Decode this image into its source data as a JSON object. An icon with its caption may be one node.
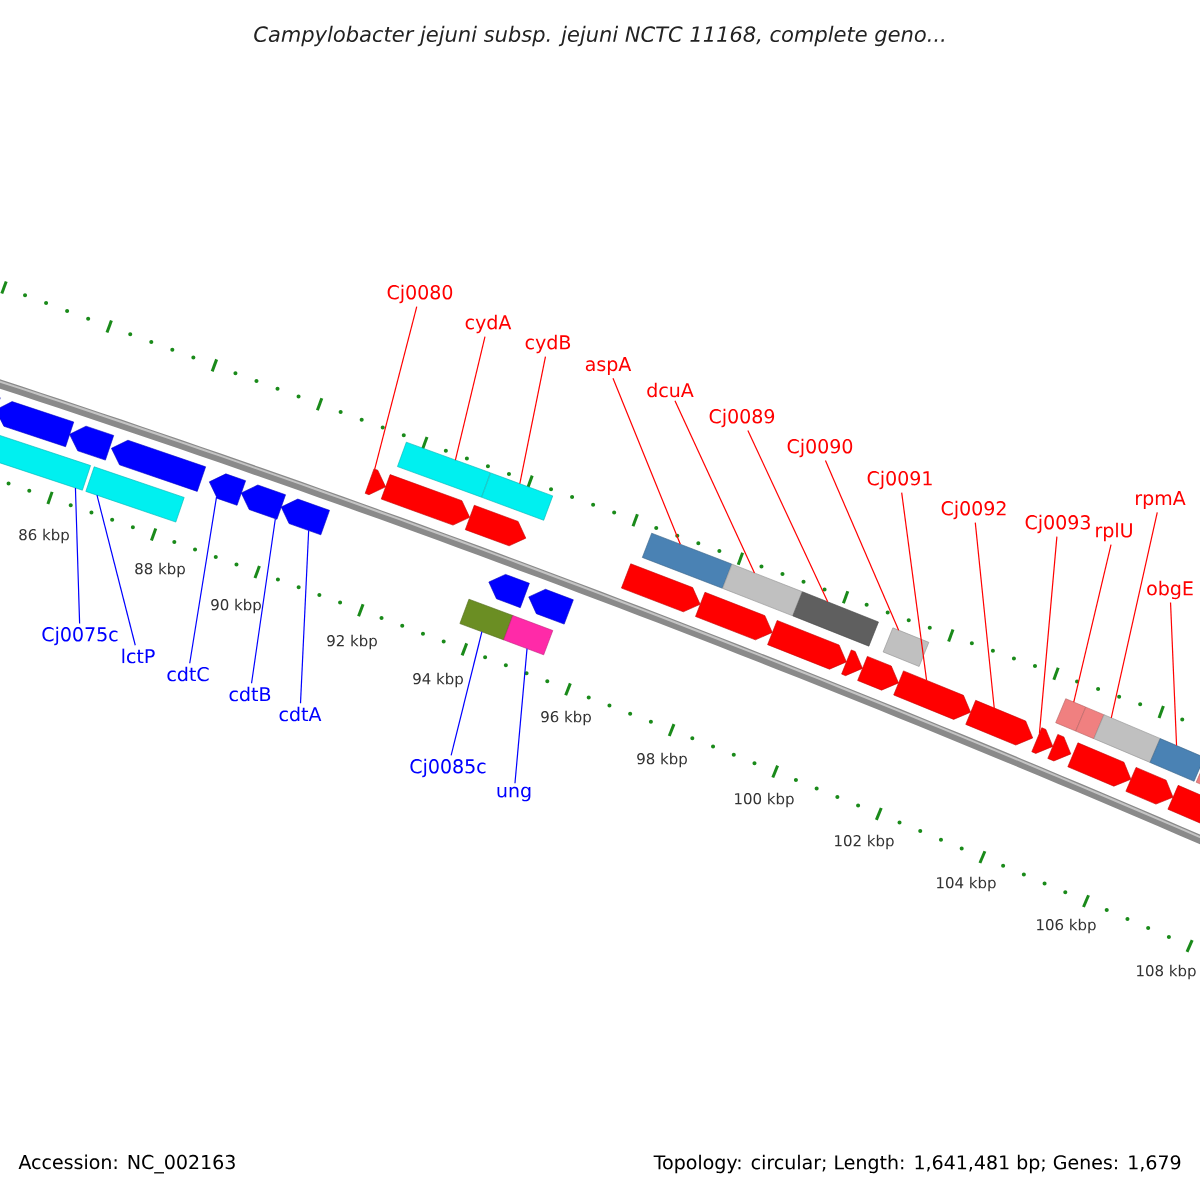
{
  "diagram": {
    "title": "Campylobacter jejuni subsp. jejuni NCTC 11168, complete geno...",
    "nodes": [
      {
        "text": [
          "Cj0080"
        ]
      },
      {
        "text": [
          "cydA"
        ]
      },
      {
        "text": [
          "cydB"
        ]
      },
      {
        "text": [
          "aspA"
        ]
      },
      {
        "text": [
          "dcuA"
        ]
      },
      {
        "text": [
          "Cj0089"
        ]
      },
      {
        "text": [
          "Cj0090"
        ]
      },
      {
        "text": [
          "Cj0091"
        ]
      },
      {
        "text": [
          "Cj0092"
        ]
      },
      {
        "text": [
          "Cj0093"
        ]
      },
      {
        "text": [
          "rplU"
        ]
      },
      {
        "text": [
          "rpmA"
        ]
      },
      {
        "text": [
          "obgE"
        ]
      },
      {
        "text": [
          "Cj0075c"
        ]
      },
      {
        "text": [
          "lctP"
        ]
      },
      {
        "text": [
          "cdtC"
        ]
      },
      {
        "text": [
          "cdtB"
        ]
      },
      {
        "text": [
          "cdtA"
        ]
      },
      {
        "text": [
          "Cj0085c"
        ]
      },
      {
        "text": [
          "ung"
        ]
      },
      {
        "text": [],
        "shape": "arrow"
      },
      {
        "text": [],
        "shape": "box"
      },
      {
        "text": [],
        "shape": "arrow"
      },
      {
        "text": [],
        "shape": "arrow"
      },
      {
        "text": [],
        "shape": "box"
      },
      {
        "text": [],
        "shape": "arrow"
      },
      {
        "text": [],
        "shape": "arrow"
      },
      {
        "text": [],
        "shape": "arrow"
      },
      {
        "text": [],
        "shape": "arrow"
      },
      {
        "text": [],
        "shape": "arrow"
      },
      {
        "text": [],
        "shape": "arrow"
      },
      {
        "text": [],
        "shape": "box"
      },
      {
        "text": [],
        "shape": "arrow"
      },
      {
        "text": [],
        "shape": "box"
      },
      {
        "text": [],
        "shape": "box"
      },
      {
        "text": [],
        "shape": "arrow"
      },
      {
        "text": [],
        "shape": "box"
      },
      {
        "text": [],
        "shape": "arrow"
      },
      {
        "text": [],
        "shape": "arrow"
      },
      {
        "text": [],
        "shape": "box"
      },
      {
        "text": [],
        "shape": "arrow"
      },
      {
        "text": [],
        "shape": "box"
      },
      {
        "text": [],
        "shape": "arrow"
      },
      {
        "text": [],
        "shape": "box"
      },
      {
        "text": [],
        "shape": "arrow"
      },
      {
        "text": [],
        "shape": "arrow"
      },
      {
        "text": [],
        "shape": "box"
      },
      {
        "text": [],
        "shape": "arrow"
      },
      {
        "text": [],
        "shape": "arrow"
      },
      {
        "text": [],
        "shape": "arrow"
      },
      {
        "text": [],
        "shape": "arrow"
      },
      {
        "text": [],
        "shape": "box"
      },
      {
        "text": [],
        "shape": "box"
      },
      {
        "text": [],
        "shape": "arrow"
      },
      {
        "text": [],
        "shape": "box"
      },
      {
        "text": [],
        "shape": "arrow"
      },
      {
        "text": [],
        "shape": "box"
      },
      {
        "text": [],
        "shape": "arrow"
      },
      {
        "text": [],
        "shape": "box"
      }
    ],
    "edges": [
      {
        "from": 0,
        "to": 29,
        "arrow": "none"
      },
      {
        "from": 1,
        "to": 31,
        "arrow": "none"
      },
      {
        "from": 2,
        "to": 33,
        "arrow": "none"
      },
      {
        "from": 3,
        "to": 39,
        "arrow": "none"
      },
      {
        "from": 4,
        "to": 41,
        "arrow": "none"
      },
      {
        "from": 5,
        "to": 43,
        "arrow": "none"
      },
      {
        "from": 6,
        "to": 46,
        "arrow": "none"
      },
      {
        "from": 7,
        "to": 47,
        "arrow": "none"
      },
      {
        "from": 8,
        "to": 48,
        "arrow": "none"
      },
      {
        "from": 9,
        "to": 49,
        "arrow": "none"
      },
      {
        "from": 10,
        "to": 51,
        "arrow": "none"
      },
      {
        "from": 11,
        "to": 54,
        "arrow": "none"
      },
      {
        "from": 12,
        "to": 56,
        "arrow": "none"
      },
      {
        "from": 13,
        "to": 21,
        "arrow": "none",
        "color": "#0000ff"
      },
      {
        "from": 14,
        "to": 24,
        "arrow": "none",
        "color": "#0000ff"
      },
      {
        "from": 15,
        "to": 26,
        "arrow": "none",
        "color": "#0000ff"
      },
      {
        "from": 16,
        "to": 27,
        "arrow": "none",
        "color": "#0000ff"
      },
      {
        "from": 17,
        "to": 28,
        "arrow": "none",
        "color": "#0000ff"
      },
      {
        "from": 18,
        "to": 34,
        "arrow": "none",
        "color": "#0000ff"
      },
      {
        "from": 19,
        "to": 36,
        "arrow": "none",
        "color": "#0000ff"
      }
    ],
    "labels": [
      "86 kbp",
      "88 kbp",
      "90 kbp",
      "92 kbp",
      "94 kbp",
      "96 kbp",
      "98 kbp",
      "100 kbp",
      "102 kbp",
      "104 kbp",
      "106 kbp",
      "108 kbp",
      "Accession: NC_002163",
      "Topology: circular; Length: 1,641,481 bp; Genes: 1,679"
    ]
  }
}
